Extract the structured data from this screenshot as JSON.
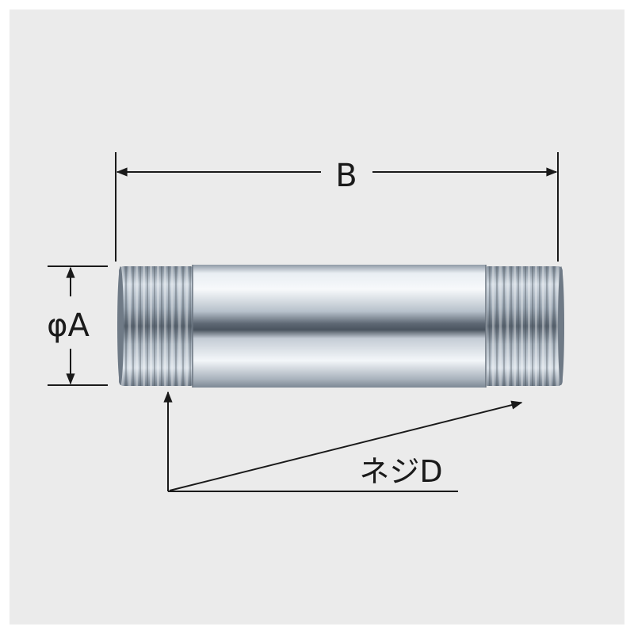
{
  "colors": {
    "page_background": "#ffffff",
    "panel_background": "#ebebeb",
    "line_color": "#1a1a1a"
  },
  "diagram": {
    "labels": {
      "length": "B",
      "diameter": "φA",
      "thread": "ネジD"
    }
  }
}
